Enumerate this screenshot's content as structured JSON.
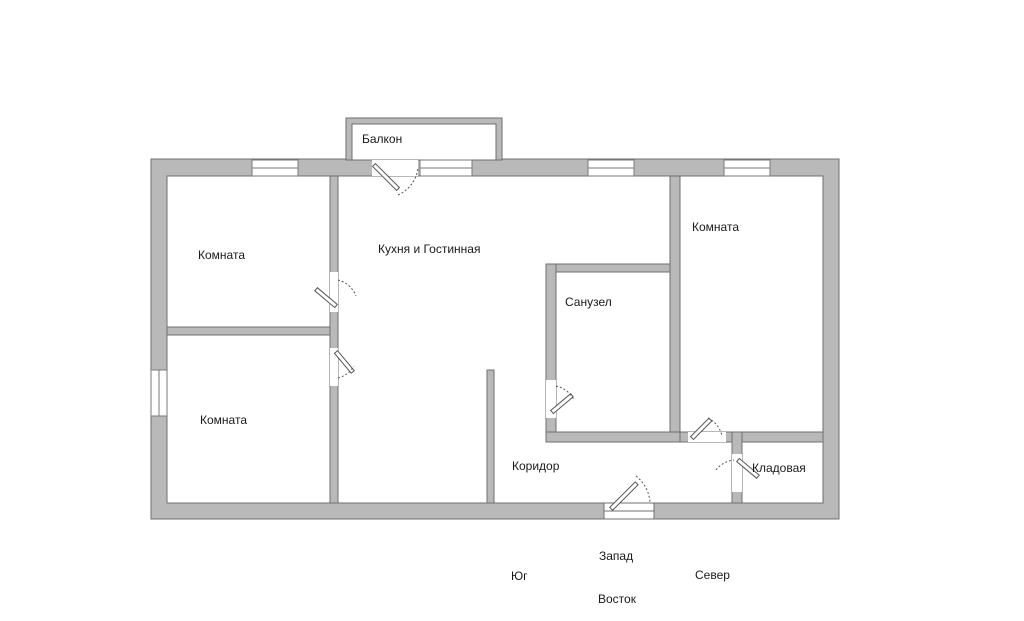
{
  "rooms": {
    "balcony": "Балкон",
    "kitchen_living": "Кухня и Гостинная",
    "room_top_left": "Комната",
    "room_bottom_left": "Комната",
    "room_right": "Комната",
    "bathroom": "Санузел",
    "corridor": "Коридор",
    "storage": "Кладовая"
  },
  "compass": {
    "west": "Запад",
    "south": "Юг",
    "north": "Север",
    "east": "Восток"
  }
}
